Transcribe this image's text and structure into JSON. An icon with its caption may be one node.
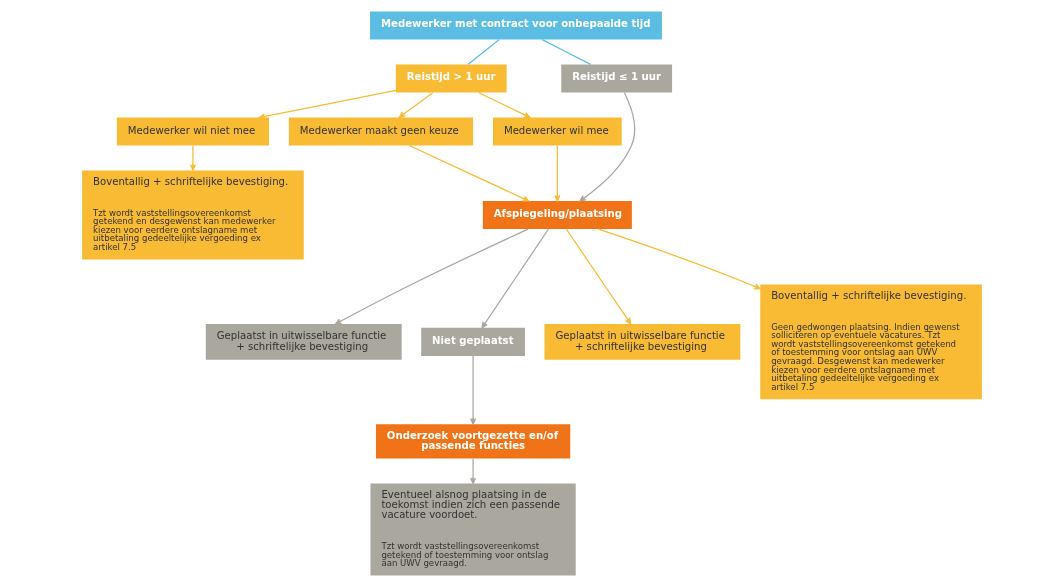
{
  "diagram": {
    "nodes": [
      {
        "text": [
          "Medewerker met contract voor onbepaalde tijd"
        ]
      },
      {
        "text": [
          "Reistijd > 1 uur"
        ]
      },
      {
        "text": [
          "Reistijd ≤ 1 uur"
        ]
      },
      {
        "text": [
          "Medewerker wil mee"
        ]
      },
      {
        "text": [
          "Medewerker maakt geen keuze"
        ]
      },
      {
        "text": [
          "Medewerker wil niet mee"
        ]
      },
      {
        "text": [
          "Boventallig + schriftelijke bevestiging.",
          "Tzt wordt vaststellingsovereenkomst getekend en desgewenst kan medewerker kiezen voor eerdere ontslagname met uitbetaling gedeeltelijke vergoeding ex artikel 7.5"
        ]
      },
      {
        "text": [
          "Afspiegeling/plaatsing"
        ]
      },
      {
        "text": [
          "Geplaatst in uitwisselbare functie + schriftelijke bevestiging"
        ]
      },
      {
        "text": [
          "Niet geplaatst"
        ]
      },
      {
        "text": [
          "Onderzoek voortgezette en/of passende functies"
        ]
      },
      {
        "text": [
          "Eventueel alsnog plaatsing in de toekomst indien zich een passende vacature voordoet.",
          "Tzt wordt vaststellingsovereenkomst getekend of toestemming voor ontslag aan UWV gevraagd."
        ]
      },
      {
        "text": [
          "Geplaatst in uitwisselbare functie + schriftelijke bevestiging"
        ]
      },
      {
        "text": [
          "Boventallig + schriftelijke bevestiging.",
          "Geen gedwongen plaatsing. Indien gewenst solliciteren op eventuele vacatures. Tzt wordt vaststellingsovereenkomst getekend of toestemming voor ontslag aan UWV gevraagd. Desgewenst kan medewerker kiezen voor eerdere ontslagname met uitbetaling gedeeltelijke vergoeding ex artikel 7.5"
        ]
      }
    ],
    "edges": [
      {
        "from": 0,
        "to": 1,
        "arrow": "none",
        "color": "#5bbde4"
      },
      {
        "from": 0,
        "to": 2,
        "arrow": "none",
        "color": "#5bbde4"
      },
      {
        "from": 1,
        "to": 3,
        "arrow": "to"
      },
      {
        "from": 1,
        "to": 4,
        "arrow": "to"
      },
      {
        "from": 1,
        "to": 5,
        "arrow": "to"
      },
      {
        "from": 5,
        "to": 6,
        "arrow": "to"
      },
      {
        "from": 2,
        "to": 7,
        "arrow": "to",
        "color": "#aaa79f"
      },
      {
        "from": 3,
        "to": 7,
        "arrow": "to"
      },
      {
        "from": 4,
        "to": 7,
        "arrow": "to"
      },
      {
        "from": 7,
        "to": 8,
        "arrow": "to",
        "color": "#aaa79f"
      },
      {
        "from": 7,
        "to": 9,
        "arrow": "to",
        "color": "#aaa79f"
      },
      {
        "from": 9,
        "to": 10,
        "arrow": "to",
        "color": "#aaa79f"
      },
      {
        "from": 10,
        "to": 11,
        "arrow": "to",
        "color": "#aaa79f"
      },
      {
        "from": 7,
        "to": 12,
        "arrow": "to"
      },
      {
        "from": 7,
        "to": 13,
        "arrow": "to"
      }
    ]
  }
}
